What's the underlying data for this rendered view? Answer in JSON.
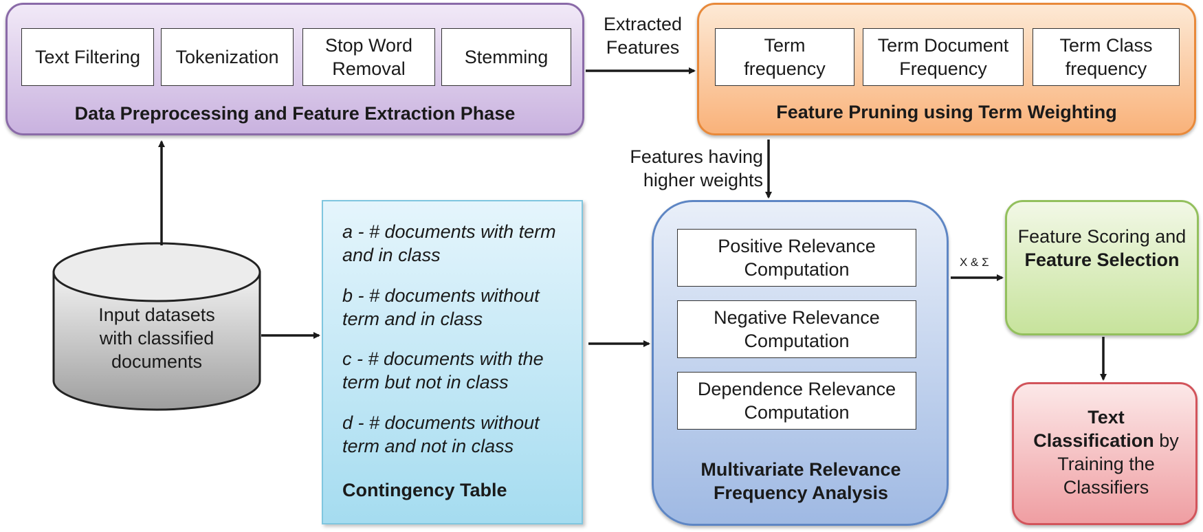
{
  "preprocessing": {
    "title": "Data Preprocessing and Feature Extraction Phase",
    "steps": [
      "Text Filtering",
      "Tokenization",
      "Stop Word Removal",
      "Stemming"
    ]
  },
  "extracted_label": "Extracted Features",
  "pruning": {
    "title": "Feature Pruning using Term Weighting",
    "steps": [
      "Term frequency",
      "Term Document Frequency",
      "Term Class frequency"
    ]
  },
  "higher_weights_label": "Features having higher weights",
  "input": {
    "label": "Input datasets with classified documents"
  },
  "contingency": {
    "title": "Contingency Table",
    "items": [
      "a - # documents with term and in class",
      "b - # documents without term and in class",
      "c - # documents with the term but not in class",
      "d - # documents without term and not in class"
    ]
  },
  "mrfa": {
    "title": "Multivariate Relevance Frequency Analysis",
    "steps": [
      "Positive Relevance Computation",
      "Negative Relevance Computation",
      "Dependence Relevance Computation"
    ]
  },
  "xsum_label": "X & Σ",
  "scoring": {
    "line1": "Feature Scoring and",
    "bold": "Feature Selection"
  },
  "classification": {
    "bold1": "Text",
    "bold2": "Classification",
    "rest": " by Training the Classifiers"
  },
  "colors": {
    "purple": "#c9b2df",
    "orange": "#f9b27a",
    "blue": "#9fb9e3",
    "green": "#c7e39c",
    "red": "#ef9ea2",
    "cyan": "#a5dcf0",
    "arrow": "#1a1a1a"
  }
}
